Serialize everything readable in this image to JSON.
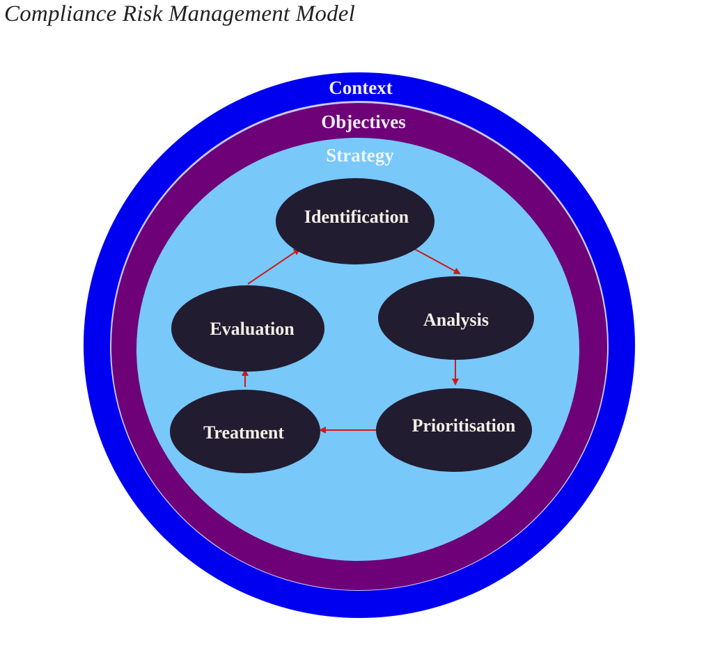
{
  "title": "Compliance Risk Management Model",
  "colors": {
    "context": "#0000f0",
    "objectives": "#6e0078",
    "strategy": "#78c8fa",
    "node": "#221c30",
    "arrow": "#d01818",
    "ring_text": "#f0ecf4",
    "strategy_text": "#eef6ff"
  },
  "rings": {
    "context": "Context",
    "objectives": "Objectives",
    "strategy": "Strategy"
  },
  "nodes": {
    "identification": "Identification",
    "analysis": "Analysis",
    "prioritisation": "Prioritisation",
    "treatment": "Treatment",
    "evaluation": "Evaluation"
  },
  "flow": [
    {
      "from": "Identification",
      "to": "Analysis"
    },
    {
      "from": "Analysis",
      "to": "Prioritisation"
    },
    {
      "from": "Prioritisation",
      "to": "Treatment"
    },
    {
      "from": "Treatment",
      "to": "Evaluation"
    },
    {
      "from": "Evaluation",
      "to": "Identification"
    }
  ]
}
